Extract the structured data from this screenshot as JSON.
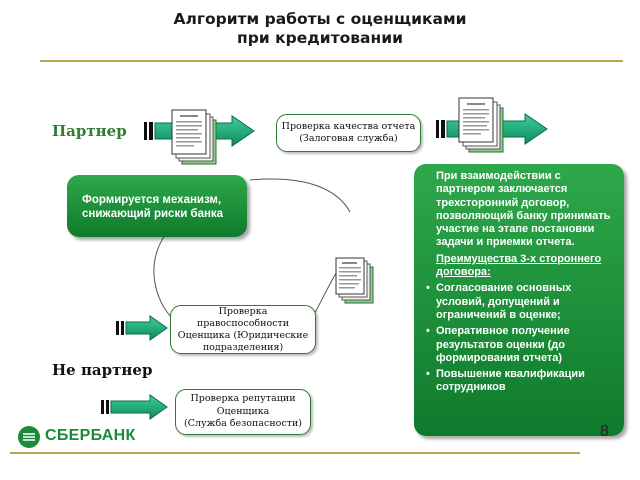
{
  "title": {
    "line1": "Алгоритм работы с оценщиками",
    "line2": "при кредитовании"
  },
  "labels": {
    "partner": "Партнер",
    "non_partner": "Не партнер"
  },
  "boxes": {
    "quality_check": {
      "line1": "Проверка качества отчета",
      "line2": "(Залоговая служба)"
    },
    "mechanism": "Формируется механизм, снижающий риски банка",
    "legal_check": {
      "line1": "Проверка",
      "line2": "правоспособности",
      "line3": "Оценщика  (Юридические",
      "line4": "подразделения)"
    },
    "reputation_check": {
      "line1": "Проверка репутации",
      "line2": "Оценщика",
      "line3": "(Служба безопасности)"
    }
  },
  "info": {
    "intro": "При взаимодействии с партнером заключается трехсторонний договор, позволяющий банку принимать участие на этапе постановки задачи  и приемки отчета.",
    "advantages_heading": "Преимущества 3-х стороннего договора:",
    "bullets": [
      "Согласование основных условий, допущений и ограничений в оценке;",
      "Оперативное  получение результатов оценки (до формирования отчета)",
      "Повышение квалификации сотрудников"
    ]
  },
  "footer": {
    "logo_text": "СБЕРБАНК",
    "page_number": "8"
  },
  "icons": {
    "document_stack": "document-stack-icon",
    "arrow": "arrow-right-icon",
    "logo": "sberbank-logo-icon"
  },
  "colors": {
    "green_dark": "#0f7a2c",
    "green_light": "#2ea84b",
    "arrow_teal": "#1aa57a",
    "rule_gold": "#b9a64a",
    "info_box_border": "#6fcf6f"
  }
}
